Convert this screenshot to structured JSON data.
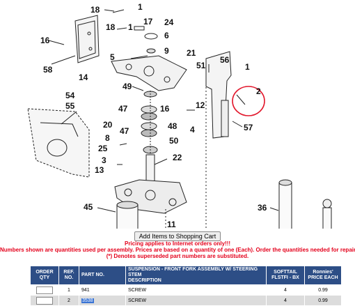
{
  "diagram": {
    "callouts": [
      "18",
      "1",
      "17",
      "24",
      "16",
      "18",
      "1",
      "6",
      "9",
      "58",
      "5",
      "21",
      "14",
      "54",
      "55",
      "49",
      "51",
      "56",
      "1",
      "2",
      "47",
      "16",
      "12",
      "57",
      "20",
      "47",
      "48",
      "4",
      "8",
      "50",
      "25",
      "22",
      "3",
      "13",
      "45",
      "36",
      "11"
    ]
  },
  "cart": {
    "button_label": "Add Items to Shopping Cart"
  },
  "notices": {
    "line1": "Pricing applies to Internet orders only!!!",
    "line2": "Numbers shown are quantities used per assembly. Prices are based on a quantity of one (Each). Order the quantities needed for repair.",
    "line3": "(*) Denotes superseded part numbers are substituted."
  },
  "table": {
    "headers": {
      "order_qty_1": "ORDER",
      "order_qty_2": "QTY",
      "ref_1": "REF.",
      "ref_2": "NO.",
      "part": "PART NO.",
      "desc_1": "SUSPENSION - FRONT FORK ASSEMBLY W/ STEERING STEM",
      "desc_2": "DESCRIPTION",
      "model_1": "SOFTTAIL",
      "model_2": "FLSTFI - BX",
      "price_1": "Ronnies'",
      "price_2": "PRICE EACH"
    },
    "rows": [
      {
        "ref": "1",
        "part": "941",
        "desc": "SCREW",
        "qty": "4",
        "price": "0.99"
      },
      {
        "ref": "2",
        "part": "3538",
        "desc": "SCREW",
        "qty": "4",
        "price": "0.99"
      }
    ]
  },
  "colors": {
    "header_bg": "#2d4e86",
    "notice_red": "#e4001b",
    "circle_red": "#e2182c",
    "selection": "#3a74d4"
  }
}
